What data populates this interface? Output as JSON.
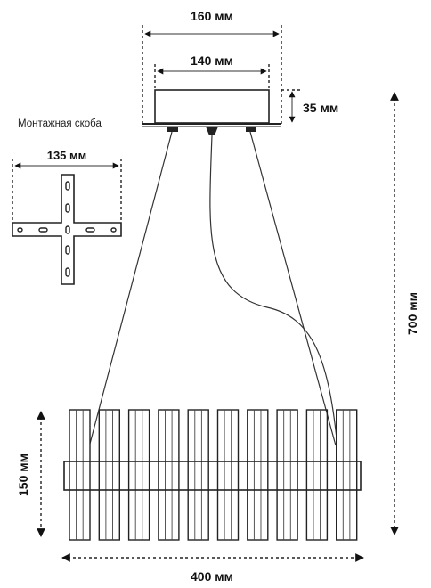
{
  "dimensions": {
    "canopy_outer_width": "160 мм",
    "canopy_inner_width": "140 мм",
    "canopy_height": "35 мм",
    "total_height": "700 мм",
    "bracket_width": "135 мм",
    "shade_height": "150 мм",
    "shade_width": "400 мм"
  },
  "labels": {
    "mounting_bracket": "Монтажная скоба"
  },
  "colors": {
    "line": "#222222",
    "background": "#ffffff"
  }
}
